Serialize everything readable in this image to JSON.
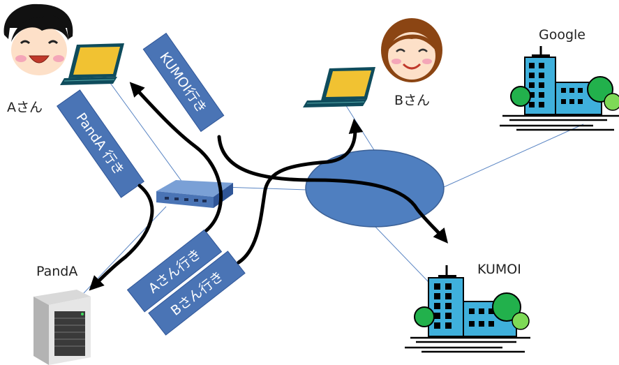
{
  "nodes": {
    "user_a": "Aさん",
    "user_b": "Bさん",
    "google": "Google",
    "kumoi": "KUMOI",
    "panda": "PandA"
  },
  "tags": {
    "kumoi_bound": "KUMOI行き",
    "panda_bound": "PandA 行き",
    "a_bound": "Aさん行き",
    "b_bound": "Bさん行き"
  },
  "colors": {
    "tag_fill": "#4a74b5",
    "network_fill": "#4f7fc0",
    "thin_line": "#5b86c4",
    "arrow": "#000000",
    "building": "#3fb0dc",
    "tree": "#22b14c"
  },
  "icons": [
    "person-a-icon",
    "person-b-icon",
    "laptop-icon",
    "router-icon",
    "server-icon",
    "building-icon",
    "network-ellipse"
  ]
}
